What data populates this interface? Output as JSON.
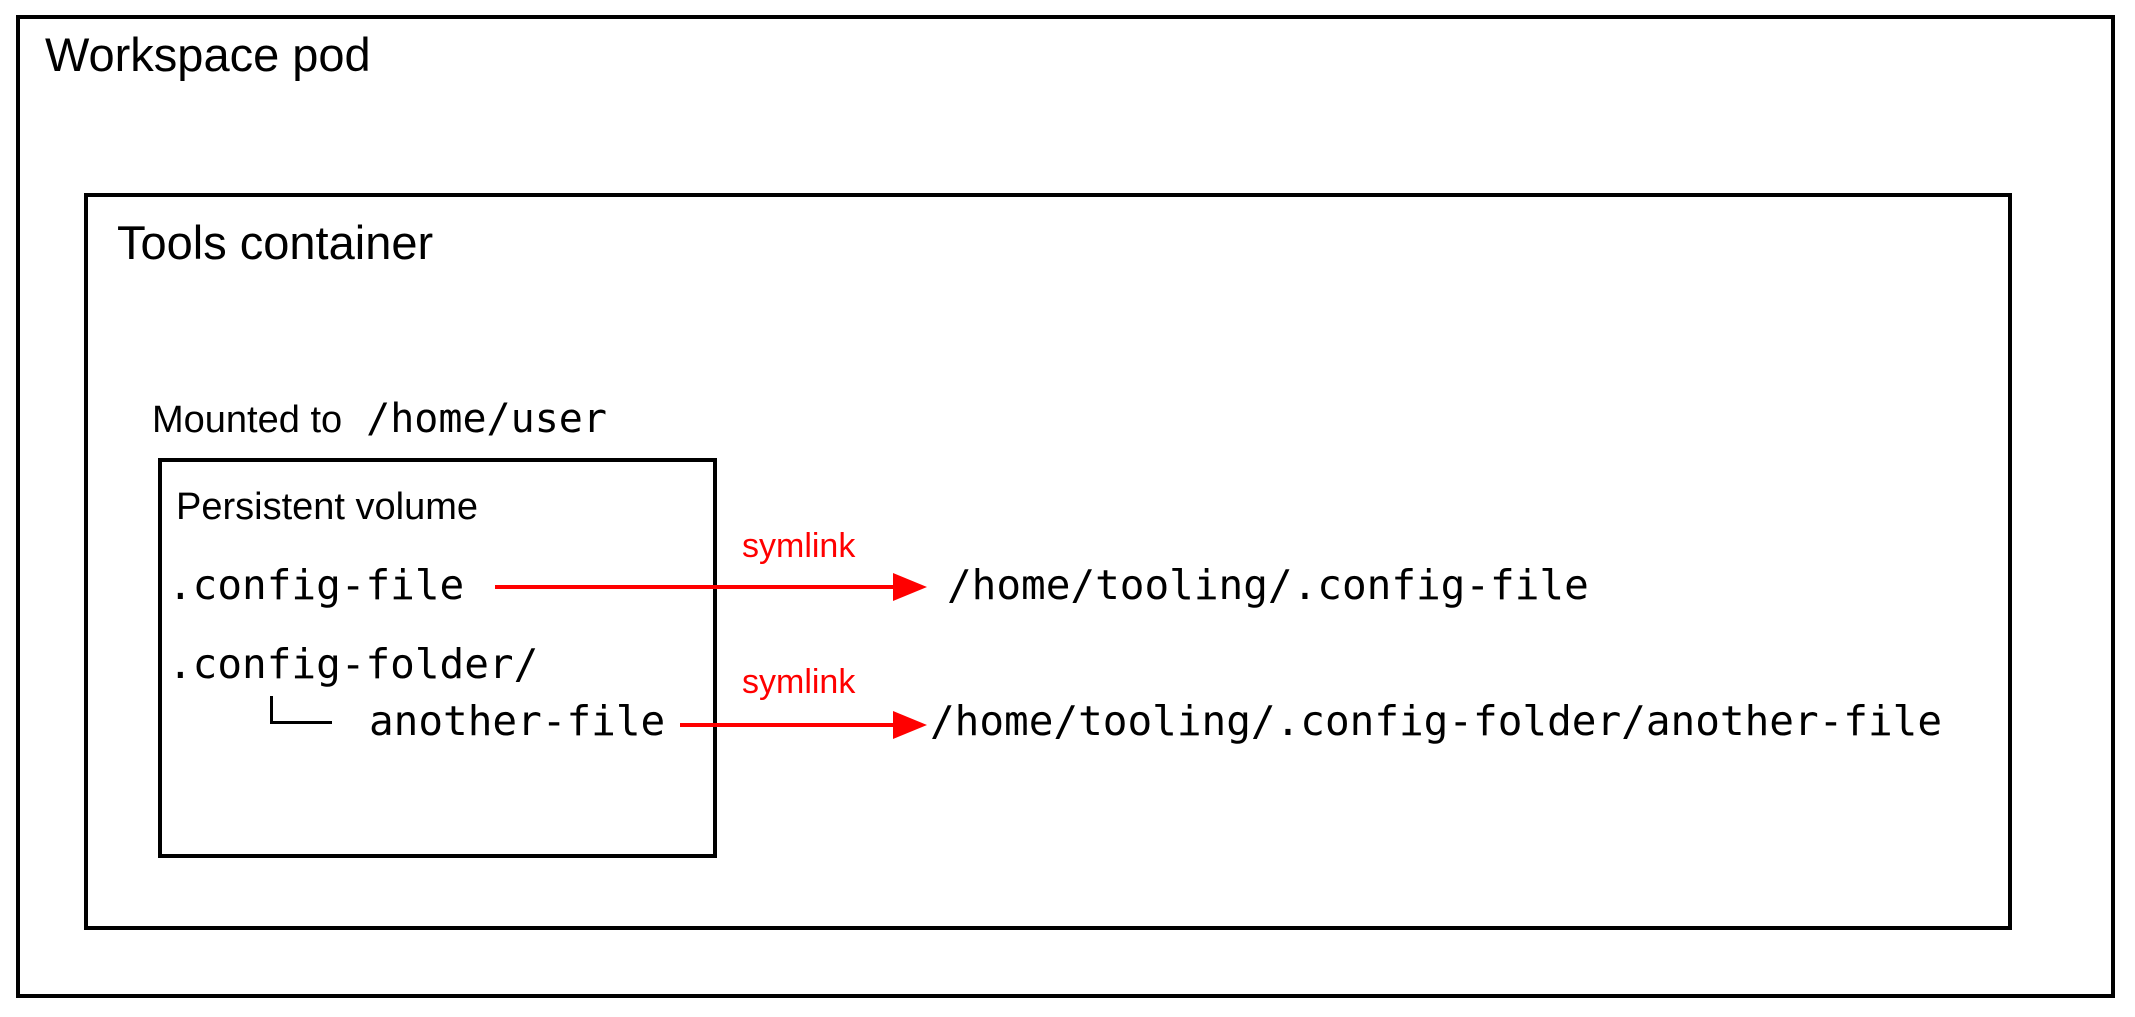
{
  "workspace_pod": {
    "label": "Workspace pod"
  },
  "tools_container": {
    "label": "Tools container"
  },
  "mount": {
    "prefix": "Mounted to",
    "path": "/home/user"
  },
  "persistent_volume": {
    "label": "Persistent volume",
    "entries": [
      {
        "name": ".config-file"
      },
      {
        "name": ".config-folder/",
        "child": "another-file"
      }
    ]
  },
  "symlinks": [
    {
      "label": "symlink",
      "target": "/home/tooling/.config-file"
    },
    {
      "label": "symlink",
      "target": "/home/tooling/.config-folder/another-file"
    }
  ],
  "colors": {
    "symlink_red": "#ff0000",
    "border_black": "#000000"
  }
}
